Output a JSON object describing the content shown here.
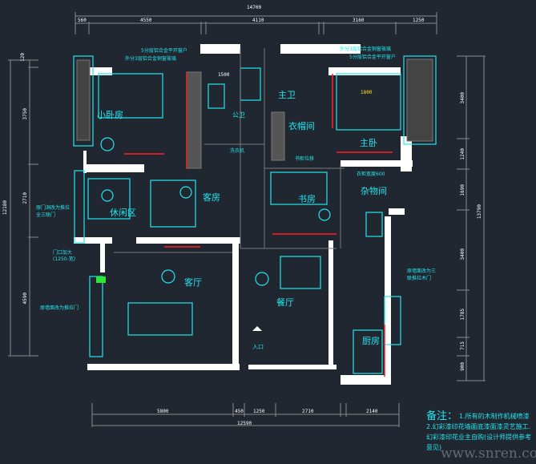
{
  "dimensions": {
    "top_total": "14700",
    "top_segments": [
      "560",
      "4550",
      "4110",
      "3160",
      "1250"
    ],
    "bottom_total": "12590",
    "bottom_segments": [
      "5800",
      "450",
      "1250",
      "2710",
      "2140"
    ],
    "left_total": "12180",
    "left_segments": [
      "120",
      "3750",
      "2710",
      "4590"
    ],
    "right_total": "13790",
    "right_segments": [
      "3400",
      "1240",
      "1690",
      "3400",
      "1785",
      "715",
      "900"
    ],
    "bed_size": "1800",
    "door_width": "1500"
  },
  "rooms": {
    "small_bedroom": "小卧房",
    "guest_room": "客房",
    "leisure_area": "休闲区",
    "living_room": "客厅",
    "dining_room": "餐厅",
    "entrance": "入口",
    "study": "书房",
    "storage": "杂物间",
    "master_bath": "主卫",
    "public_bath": "公卫",
    "cloakroom": "衣帽间",
    "master_bedroom": "主卧",
    "kitchen": "厨房"
  },
  "annotations": {
    "window_left_1": "5分层铝合金平开窗户",
    "window_left_2": "外分3层铝合金铜窗玻璃",
    "window_right_1": "外分3层铝合金铜窗玻璃",
    "window_right_2": "5分层铝合金平开窗户",
    "leisure_door": "原门洞改为推拉",
    "leisure_door_2": "全三联门",
    "door_widen": "门口加大",
    "door_widen_2": "(1250-宽)",
    "living_wall": "原墙面改为推拉门",
    "kitchen_door": "原墙面改为三",
    "kitchen_door_2": "联推拉木门",
    "study_label": "书柜位移",
    "master_label": "衣柜宽度600",
    "public_label": "洗衣机"
  },
  "notes": {
    "title": "备注：",
    "line1": "1.所有的木制作机械喷漆",
    "line2": "2.幻彩漆印花墙面底漆面漆灵艺施工.幻彩漆印花业主自购(设计师提供参考意见)"
  },
  "watermark": "www.snren.com",
  "colors": {
    "background": "#212730",
    "wall": "#ffffff",
    "furniture": "#22e5ee",
    "dimension": "#8a8a8a",
    "accent": "#ff2020"
  }
}
